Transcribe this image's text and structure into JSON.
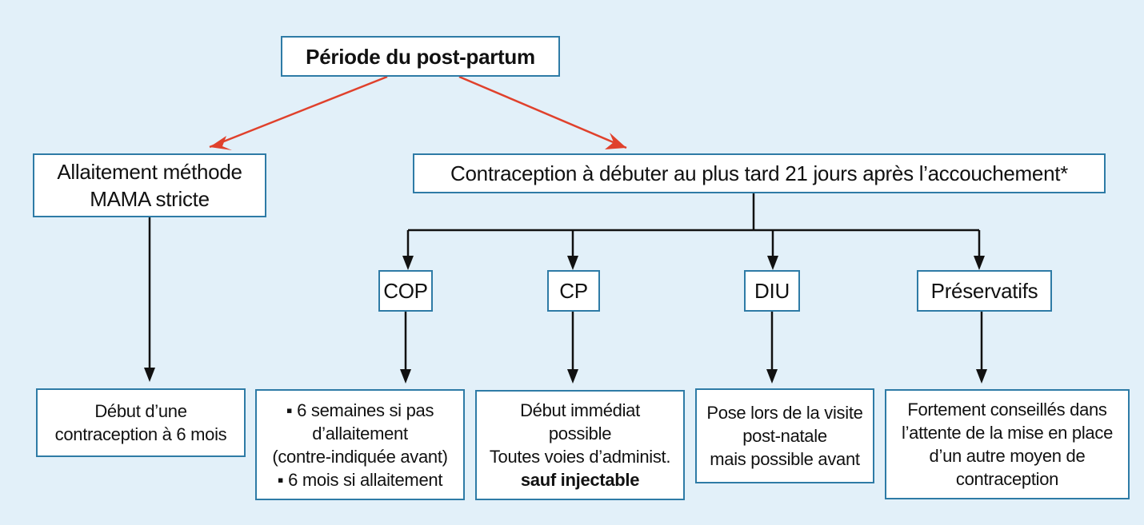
{
  "root": {
    "label": "Période du post-partum"
  },
  "left_branch": {
    "label_lines": [
      "Allaitement méthode",
      "MAMA stricte"
    ],
    "result_lines": [
      "Début d’une",
      "contraception à 6 mois"
    ]
  },
  "right_branch": {
    "label": "Contraception à débuter au plus tard 21 jours après l’accouchement*",
    "methods": [
      {
        "label": "COP",
        "result": {
          "line1": "6 semaines si pas",
          "line2": "d’allaitement",
          "line3": "(contre-indiquée avant)",
          "line4": "6 mois si allaitement"
        }
      },
      {
        "label": "CP",
        "result": {
          "line1": "Début immédiat",
          "line2": "possible",
          "line3": "Toutes voies d’administ.",
          "line4": "sauf injectable"
        }
      },
      {
        "label": "DIU",
        "result": {
          "line1": "Pose lors de la visite",
          "line2": "post-natale",
          "line3": "mais possible avant"
        }
      },
      {
        "label": "Préservatifs",
        "result": {
          "line1": "Fortement conseillés dans",
          "line2": "l’attente de la mise en place",
          "line3": "d’un autre moyen de",
          "line4": "contraception"
        }
      }
    ]
  },
  "colors": {
    "background": "#e2f0f9",
    "box_border": "#2e7ba6",
    "red_arrow": "#e0412c",
    "black_arrow": "#111111"
  }
}
